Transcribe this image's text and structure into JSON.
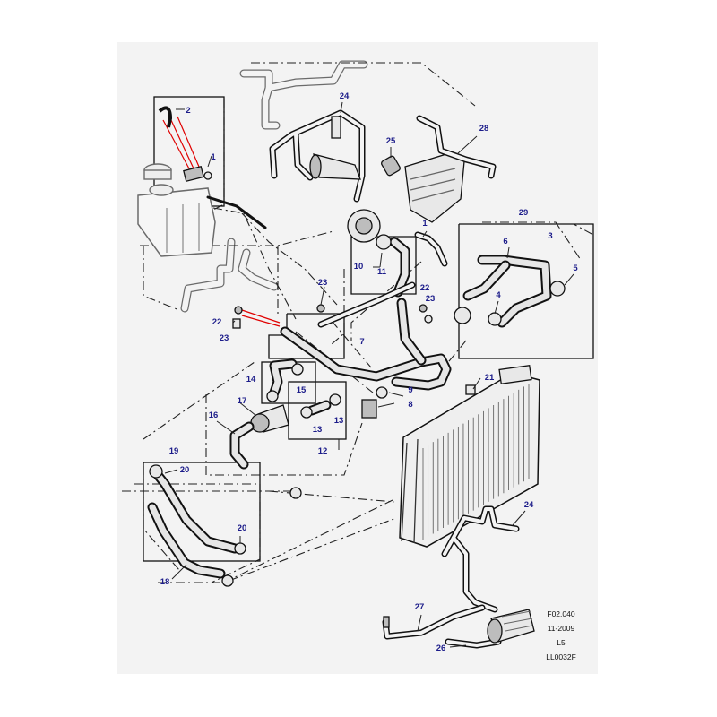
{
  "callouts": {
    "c1a": "1",
    "c1b": "1",
    "c2": "2",
    "c3": "3",
    "c4": "4",
    "c5": "5",
    "c6": "6",
    "c7": "7",
    "c8": "8",
    "c9": "9",
    "c10": "10",
    "c11": "11",
    "c12": "12",
    "c13a": "13",
    "c13b": "13",
    "c14": "14",
    "c15": "15",
    "c16": "16",
    "c17": "17",
    "c18": "18",
    "c19": "19",
    "c20a": "20",
    "c20b": "20",
    "c21": "21",
    "c22a": "22",
    "c22b": "22",
    "c23a": "23",
    "c23b": "23",
    "c23c": "23",
    "c24a": "24",
    "c24b": "24",
    "c25": "25",
    "c26": "26",
    "c27": "27",
    "c28": "28",
    "c29": "29"
  },
  "reference": {
    "figure": "F02.040",
    "date": "11-2009",
    "level": "L5",
    "code": "LL0032F"
  },
  "colors": {
    "panel": "#f3f3f3",
    "callout_text": "#1c1c8a",
    "highlight_leader": "#e00000"
  }
}
